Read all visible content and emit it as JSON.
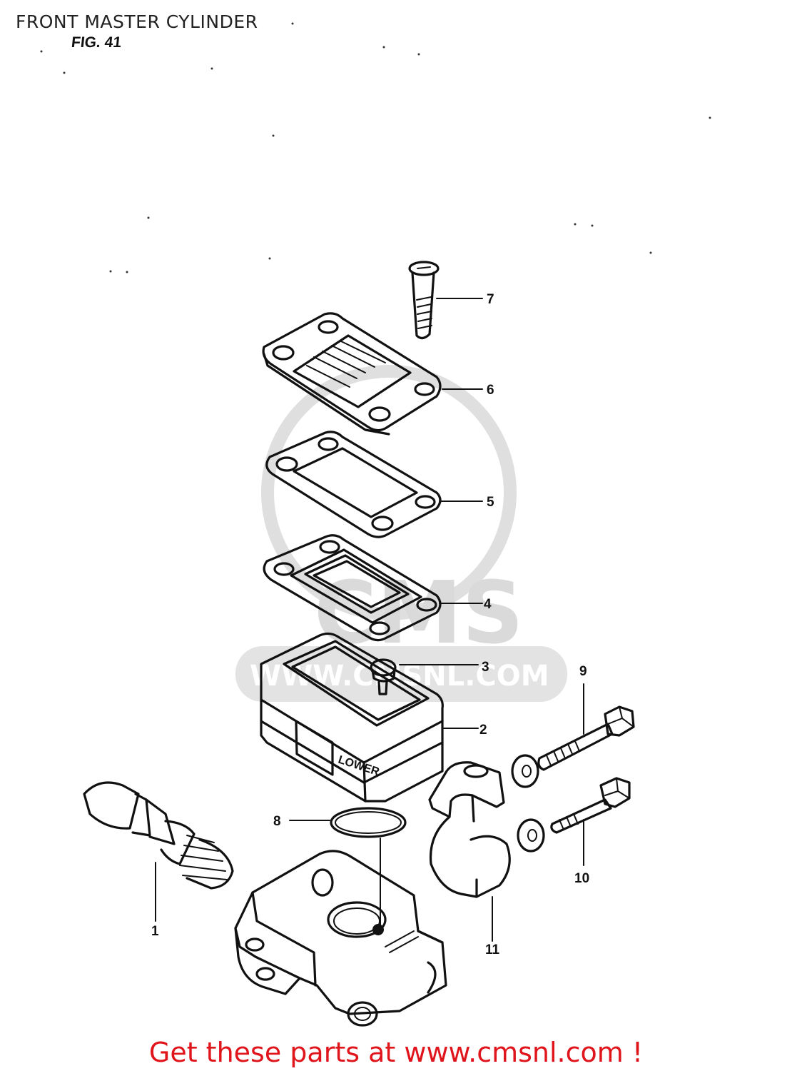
{
  "header": {
    "title": "FRONT MASTER CYLINDER",
    "figure": "FIG. 41"
  },
  "watermark": {
    "letters": "CMS",
    "url": "WWW.CMSNL.COM"
  },
  "stamps": {
    "lower": "LOWER"
  },
  "callouts": [
    {
      "id": "1",
      "label": "1"
    },
    {
      "id": "2",
      "label": "2"
    },
    {
      "id": "3",
      "label": "3"
    },
    {
      "id": "4",
      "label": "4"
    },
    {
      "id": "5",
      "label": "5"
    },
    {
      "id": "6",
      "label": "6"
    },
    {
      "id": "7",
      "label": "7"
    },
    {
      "id": "8",
      "label": "8"
    },
    {
      "id": "9",
      "label": "9"
    },
    {
      "id": "10",
      "label": "10"
    },
    {
      "id": "11",
      "label": "11"
    }
  ],
  "footer": {
    "text": "Get these parts at www.cmsnl.com !"
  },
  "colors": {
    "footer": "#e0141b",
    "lines": "#111111",
    "watermark": "#d6d6d6"
  }
}
